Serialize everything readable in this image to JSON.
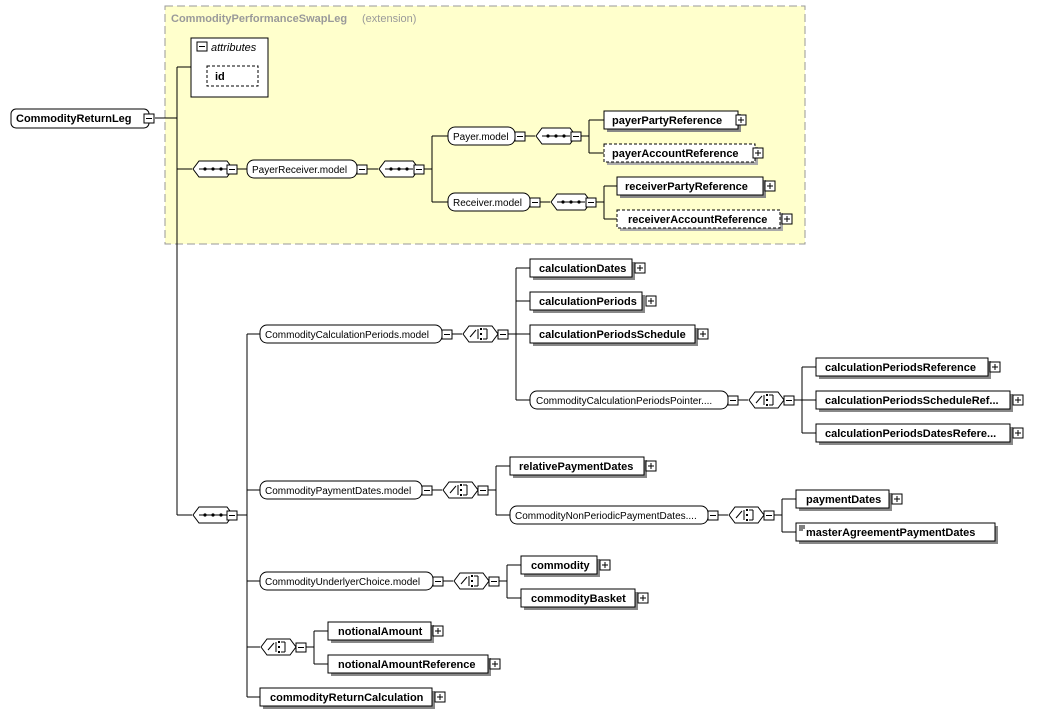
{
  "extension": {
    "type_name": "CommodityPerformanceSwapLeg",
    "note": "(extension)"
  },
  "root": {
    "label": "CommodityReturnLeg"
  },
  "attributes": {
    "title": "attributes",
    "items": [
      "id"
    ]
  },
  "payer_receiver": {
    "group": "PayerReceiver.model",
    "payer_group": "Payer.model",
    "receiver_group": "Receiver.model",
    "payer_party": "payerPartyReference",
    "payer_account": "payerAccountReference",
    "receiver_party": "receiverPartyReference",
    "receiver_account": "receiverAccountReference"
  },
  "calc_periods": {
    "group": "CommodityCalculationPeriods.model",
    "dates": "calculationDates",
    "periods": "calculationPeriods",
    "schedule": "calculationPeriodsSchedule",
    "pointer_group": "CommodityCalculationPeriodsPointer....",
    "ptr_reference": "calculationPeriodsReference",
    "ptr_schedule_ref": "calculationPeriodsScheduleRef...",
    "ptr_dates_ref": "calculationPeriodsDatesRefere..."
  },
  "payment_dates": {
    "group": "CommodityPaymentDates.model",
    "relative": "relativePaymentDates",
    "nonperiodic_group": "CommodityNonPeriodicPaymentDates....",
    "payment_dates": "paymentDates",
    "master_agreement": "masterAgreementPaymentDates"
  },
  "underlyer": {
    "group": "CommodityUnderlyerChoice.model",
    "commodity": "commodity",
    "basket": "commodityBasket"
  },
  "notional": {
    "amount": "notionalAmount",
    "reference": "notionalAmountReference"
  },
  "return_calc": {
    "label": "commodityReturnCalculation"
  }
}
